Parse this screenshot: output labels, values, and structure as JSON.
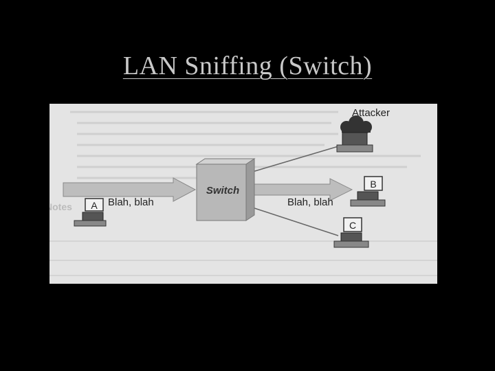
{
  "slide": {
    "title": "LAN Sniffing (Switch)"
  },
  "diagram": {
    "switch_label": "Switch",
    "attacker_label": "Attacker",
    "host_a_label": "A",
    "host_b_label": "B",
    "host_c_label": "C",
    "traffic_left_label": "Blah, blah",
    "traffic_right_label": "Blah, blah",
    "side_label_notes": "Notes",
    "colors": {
      "background": "#000000",
      "title": "#c8c8c8",
      "figure_bg": "#e4e4e4",
      "arrow_fill": "#bdbdbd",
      "switch_face": "#b8b8b8"
    }
  }
}
